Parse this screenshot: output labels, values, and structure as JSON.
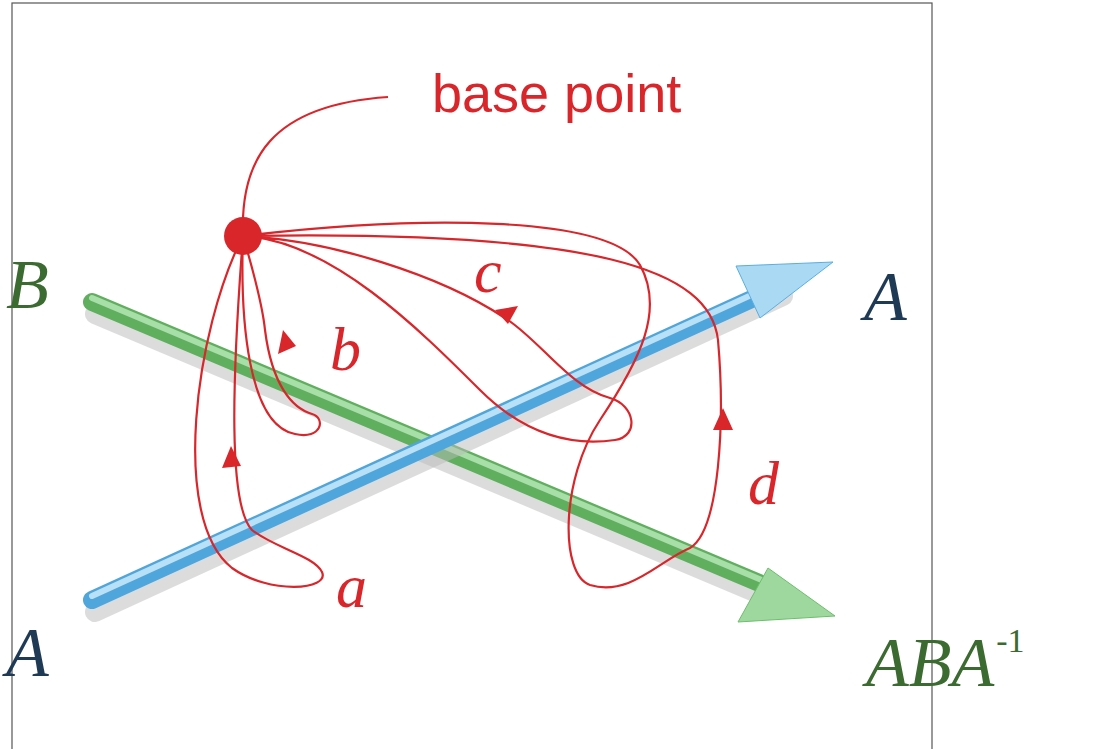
{
  "diagram": {
    "labels": [
      "base point",
      "B",
      "b",
      "c",
      "A",
      "d",
      "a",
      "A",
      "ABA",
      "-1"
    ]
  }
}
